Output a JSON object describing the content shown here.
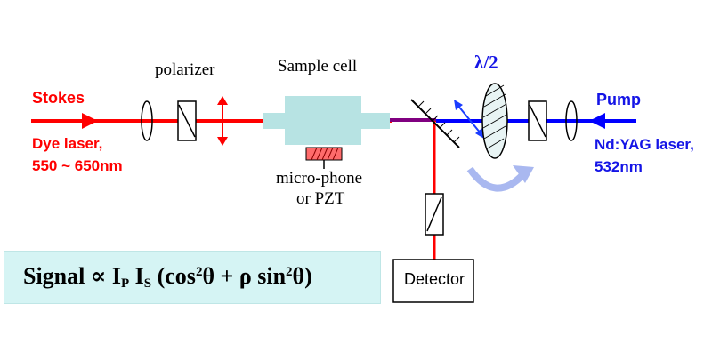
{
  "labels": {
    "stokes": "Stokes",
    "dye_laser": "Dye laser,",
    "dye_range": "550 ~ 650nm",
    "polarizer": "polarizer",
    "sample_cell": "Sample cell",
    "microphone_line1": "micro-phone",
    "microphone_line2": "or PZT",
    "half_wave": "λ/2",
    "pump": "Pump",
    "ndyag": "Nd:YAG laser,",
    "ndyag_wl": "532nm",
    "detector": "Detector"
  },
  "formula": {
    "signal": "Signal",
    "prop": "∝",
    "ip_base": "I",
    "ip_sub": "P",
    "is_base": "I",
    "is_sub": "S",
    "open": "(cos",
    "sq1": "2",
    "theta1": "θ + ρ sin",
    "sq2": "2",
    "close": "θ)"
  },
  "colors": {
    "stokes_beam": "#ff0000",
    "pump_beam": "#0000ff",
    "sample_cell": "#b7e3e3",
    "microphone": "#ff5a5a",
    "waveplate_arrow": "#a9b8f0",
    "formula_box": "#d5f4f4"
  }
}
